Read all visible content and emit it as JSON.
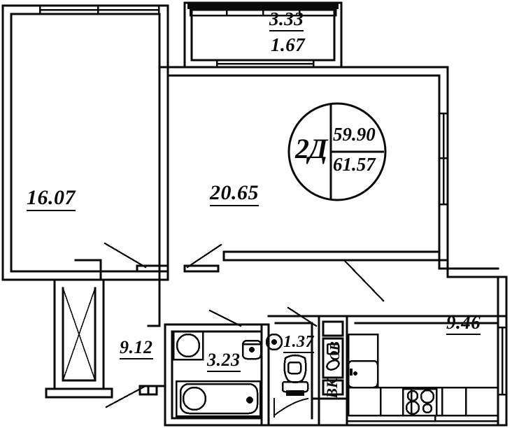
{
  "document": {
    "type": "apartment-floor-plan",
    "title": "2-room apartment floor plan"
  },
  "emblem": {
    "name": "apartment-type-badge",
    "code": "2Д",
    "area_living": "59.90",
    "area_total": "61.57"
  },
  "rooms": [
    {
      "name": "living-room-left",
      "area": "16.07"
    },
    {
      "name": "living-room-main",
      "area": "20.65"
    },
    {
      "name": "balcony-upper",
      "area": "3.33"
    },
    {
      "name": "balcony-reduced",
      "area": "1.67"
    },
    {
      "name": "hall",
      "area": "9.12"
    },
    {
      "name": "bathroom",
      "area": "3.23"
    },
    {
      "name": "wc",
      "area": "1.37"
    },
    {
      "name": "kitchen",
      "area": "9.46"
    }
  ],
  "shafts": [
    {
      "name": "ventilation-shaft",
      "label": "ОВ"
    },
    {
      "name": "plumbing-shaft",
      "label": "ВК"
    }
  ],
  "colors": {
    "line": "#0a0a0a",
    "fill": "#ffffff",
    "railing": "#0a0a0a"
  }
}
